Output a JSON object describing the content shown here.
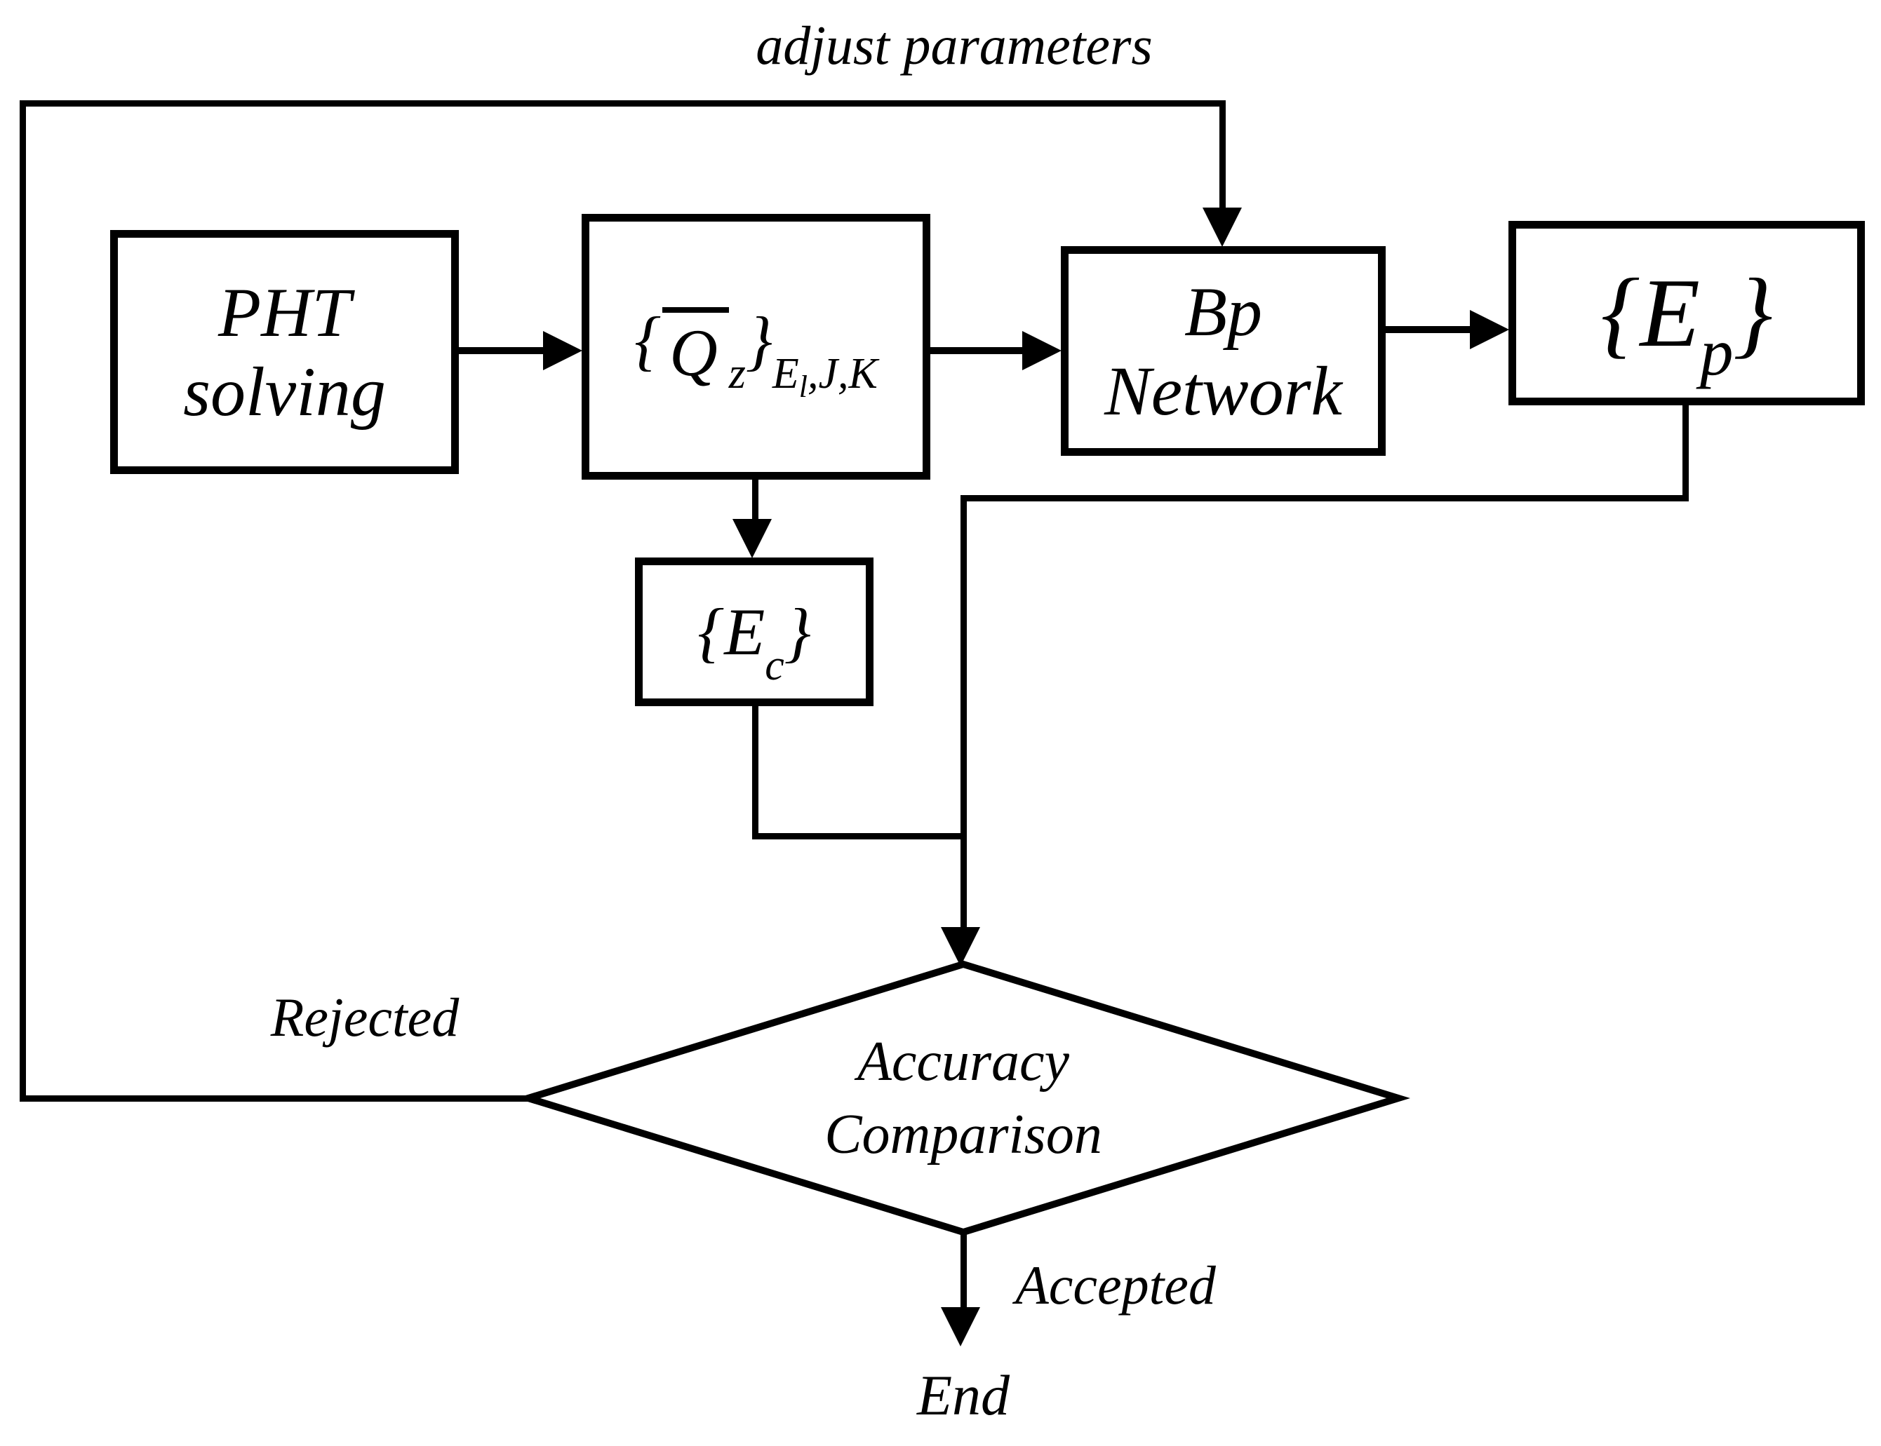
{
  "figure": {
    "type": "flowchart",
    "background": "#ffffff",
    "line_color": "#000000"
  },
  "labels": {
    "adjust_parameters": "adjust parameters",
    "rejected": "Rejected",
    "accepted": "Accepted",
    "end": "End"
  },
  "nodes": {
    "pht": {
      "line1": "PHT",
      "line2": "solving"
    },
    "qz": {
      "brace_open": "{",
      "symbol": "Q",
      "sub_z": "z",
      "brace_close": "}",
      "sub_e": "E",
      "sub_l": "l",
      "sub_rest": ",J,K"
    },
    "bp": {
      "line1": "Bp",
      "line2": "Network"
    },
    "ep": {
      "brace_open": "{",
      "symbol": "E",
      "sub": "p",
      "brace_close": "}"
    },
    "ec": {
      "brace_open": "{",
      "symbol": "E",
      "sub": "c",
      "brace_close": "}"
    },
    "decision": {
      "line1": "Accuracy",
      "line2": "Comparison"
    }
  }
}
